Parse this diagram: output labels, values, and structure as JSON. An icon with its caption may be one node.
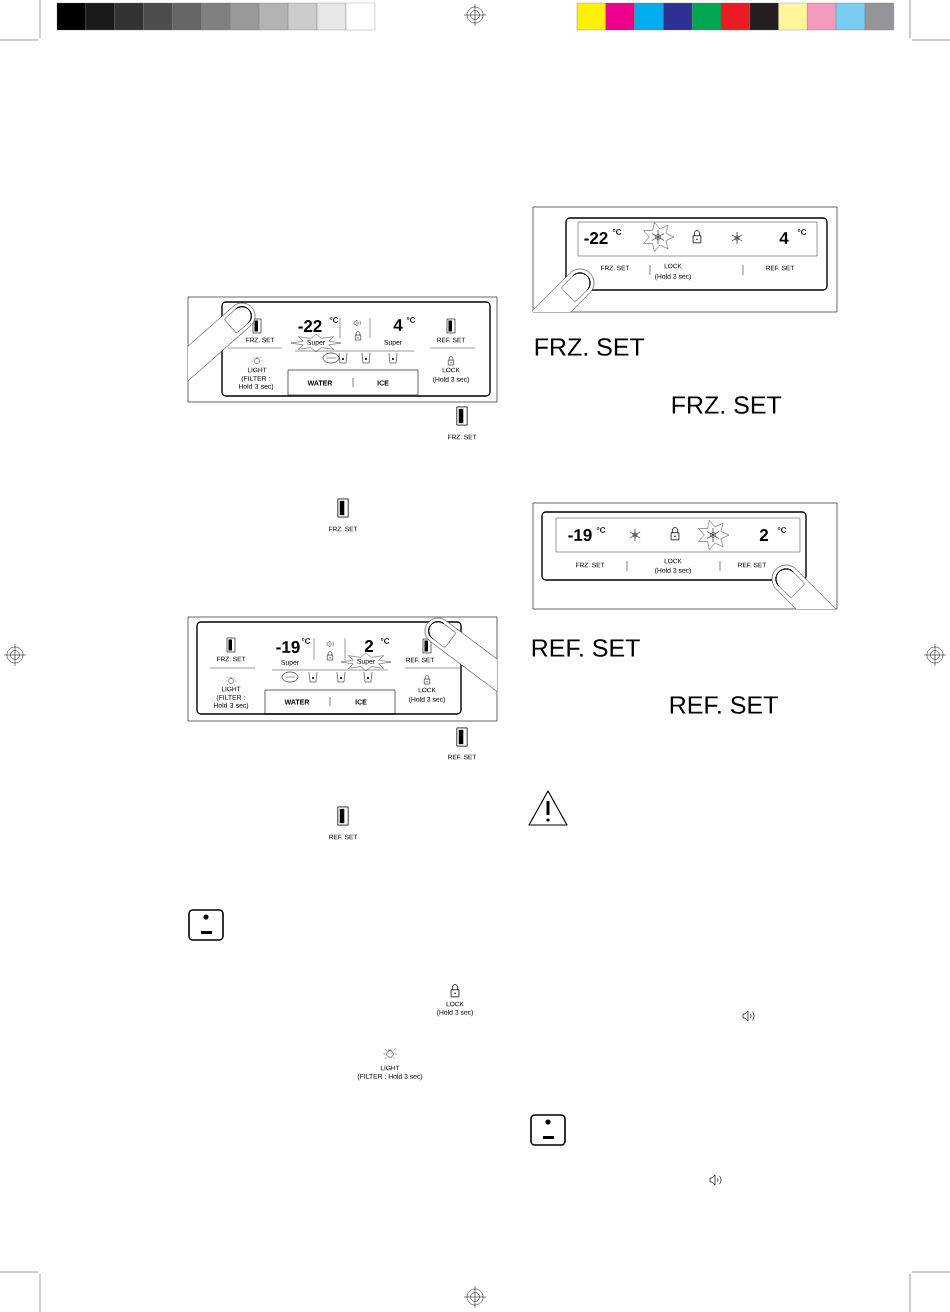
{
  "diagram": {
    "nodes": [
      {
        "text": [
          "-22",
          "°C",
          "Super",
          "4",
          "°C",
          "Super",
          "FRZ. SET",
          "REF. SET",
          "LIGHT",
          "(FILTER : Hold 3 sec)",
          "LOCK",
          "(Hold 3 sec)"
        ]
      },
      {
        "text": [
          "WATER",
          "ICE"
        ],
        "in": 0
      },
      {
        "text": [
          "-19",
          "°C",
          "Super",
          "2",
          "°C",
          "Super",
          "FRZ. SET",
          "REF. SET",
          "LIGHT",
          "(FILTER : Hold 3 sec)",
          "LOCK",
          "(Hold 3 sec)"
        ]
      },
      {
        "text": [
          "WATER",
          "ICE"
        ],
        "in": 2
      },
      {
        "text": [
          "-22",
          "°C",
          "4",
          "°C",
          "FRZ. SET",
          "LOCK",
          "(Hold 3 sec)",
          "REF. SET"
        ]
      },
      {
        "text": [
          "-19",
          "°C",
          "2",
          "°C",
          "FRZ. SET",
          "LOCK",
          "(Hold 3 sec)",
          "REF. SET"
        ]
      }
    ],
    "labels": [
      "FRZ. SET",
      "FRZ. SET",
      "REF. SET",
      "REF. SET",
      "LOCK",
      "(Hold 3 sec)",
      "LIGHT",
      "(FILTER : Hold 3 sec)",
      "FRZ. SET",
      "FRZ. SET",
      "REF. SET",
      "REF. SET"
    ]
  }
}
